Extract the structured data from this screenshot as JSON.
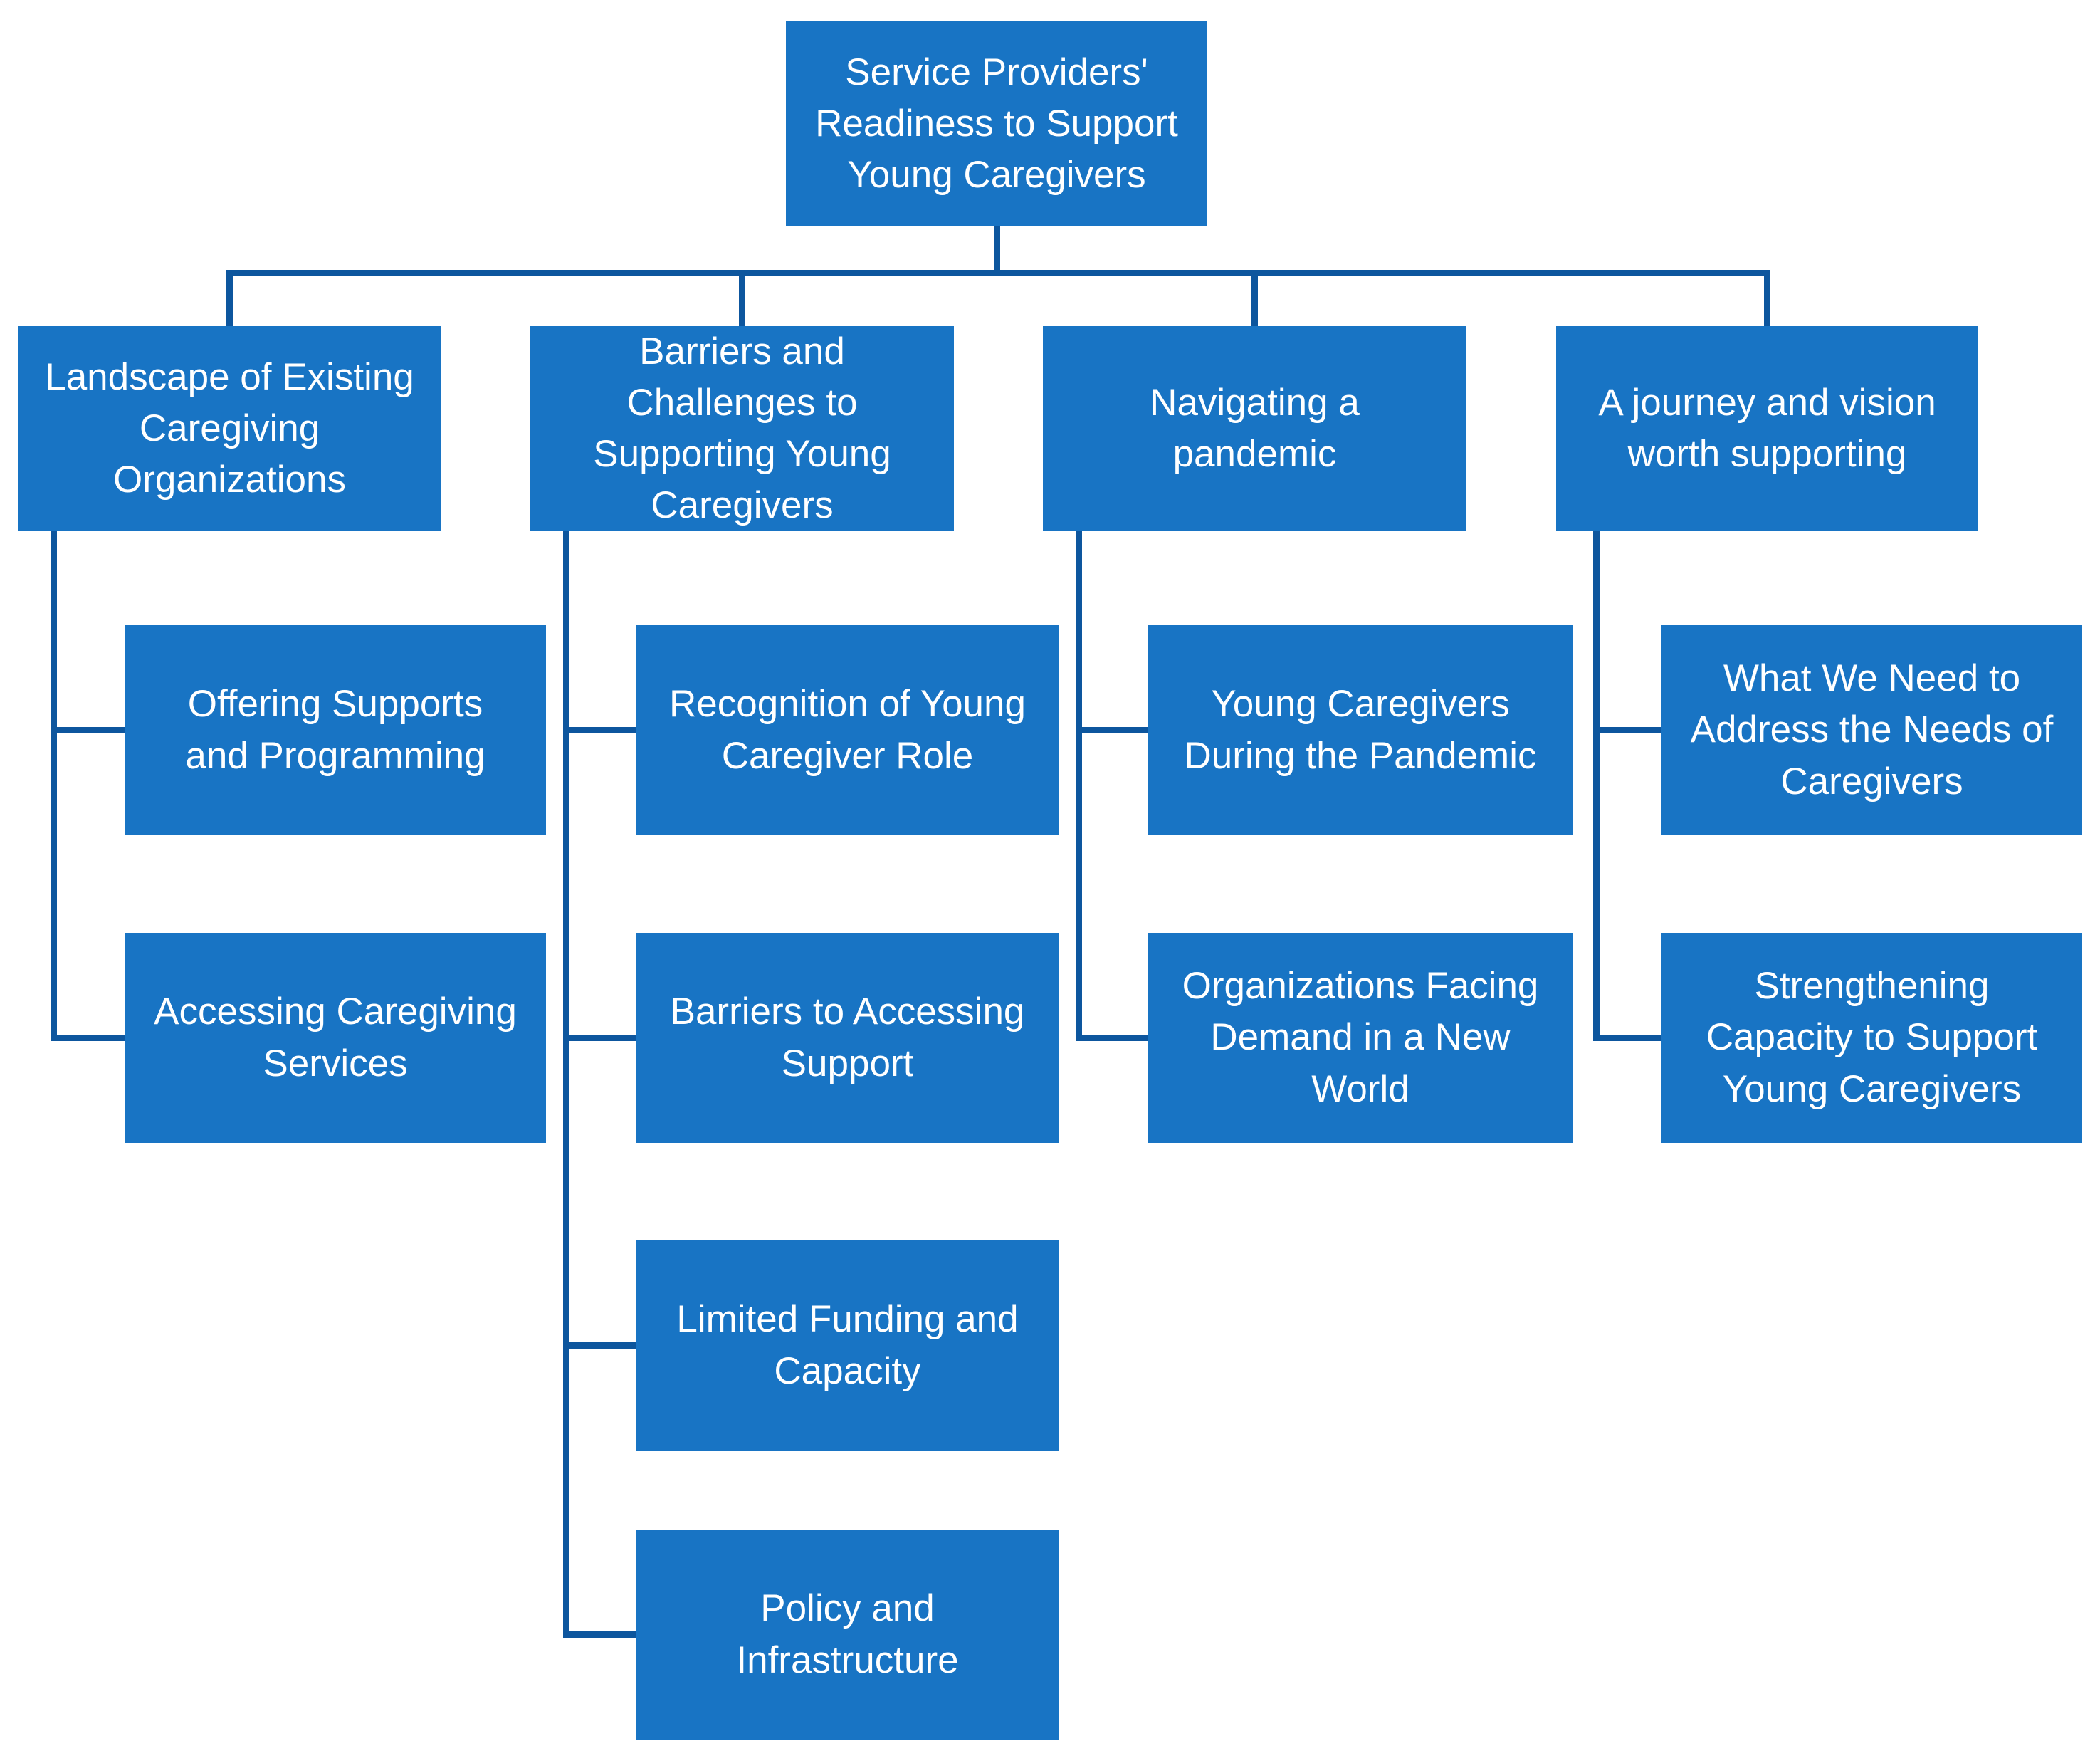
{
  "diagram": {
    "type": "hierarchy",
    "root_title": "Service Providers' Readiness to Support Young Caregivers"
  },
  "colors": {
    "box_fill": "#1874C4",
    "connector": "#0D569E",
    "text_color": "#FFFFFF",
    "page_bg": "#FFFFFF"
  },
  "nodes": {
    "root": {
      "label": "Service Providers'\nReadiness to Support\nYoung Caregivers"
    },
    "c1": {
      "label": "Landscape of Existing\nCaregiving\nOrganizations"
    },
    "c2": {
      "label": "Barriers and\nChallenges to\nSupporting Young\nCaregivers"
    },
    "c3": {
      "label": "Navigating a\npandemic"
    },
    "c4": {
      "label": "A journey and vision\nworth supporting"
    },
    "g1a": {
      "label": "Offering Supports\nand Programming"
    },
    "g1b": {
      "label": "Accessing Caregiving\nServices"
    },
    "g2a": {
      "label": "Recognition of Young\nCaregiver Role"
    },
    "g2b": {
      "label": "Barriers to Accessing\nSupport"
    },
    "g2c": {
      "label": "Limited Funding and\nCapacity"
    },
    "g2d": {
      "label": "Policy and\nInfrastructure"
    },
    "g3a": {
      "label": "Young Caregivers\nDuring the Pandemic"
    },
    "g3b": {
      "label": "Organizations Facing\nDemand in a New\nWorld"
    },
    "g4a": {
      "label": "What We Need to\nAddress the Needs of\nCaregivers"
    },
    "g4b": {
      "label": "Strengthening\nCapacity to Support\nYoung Caregivers"
    }
  }
}
